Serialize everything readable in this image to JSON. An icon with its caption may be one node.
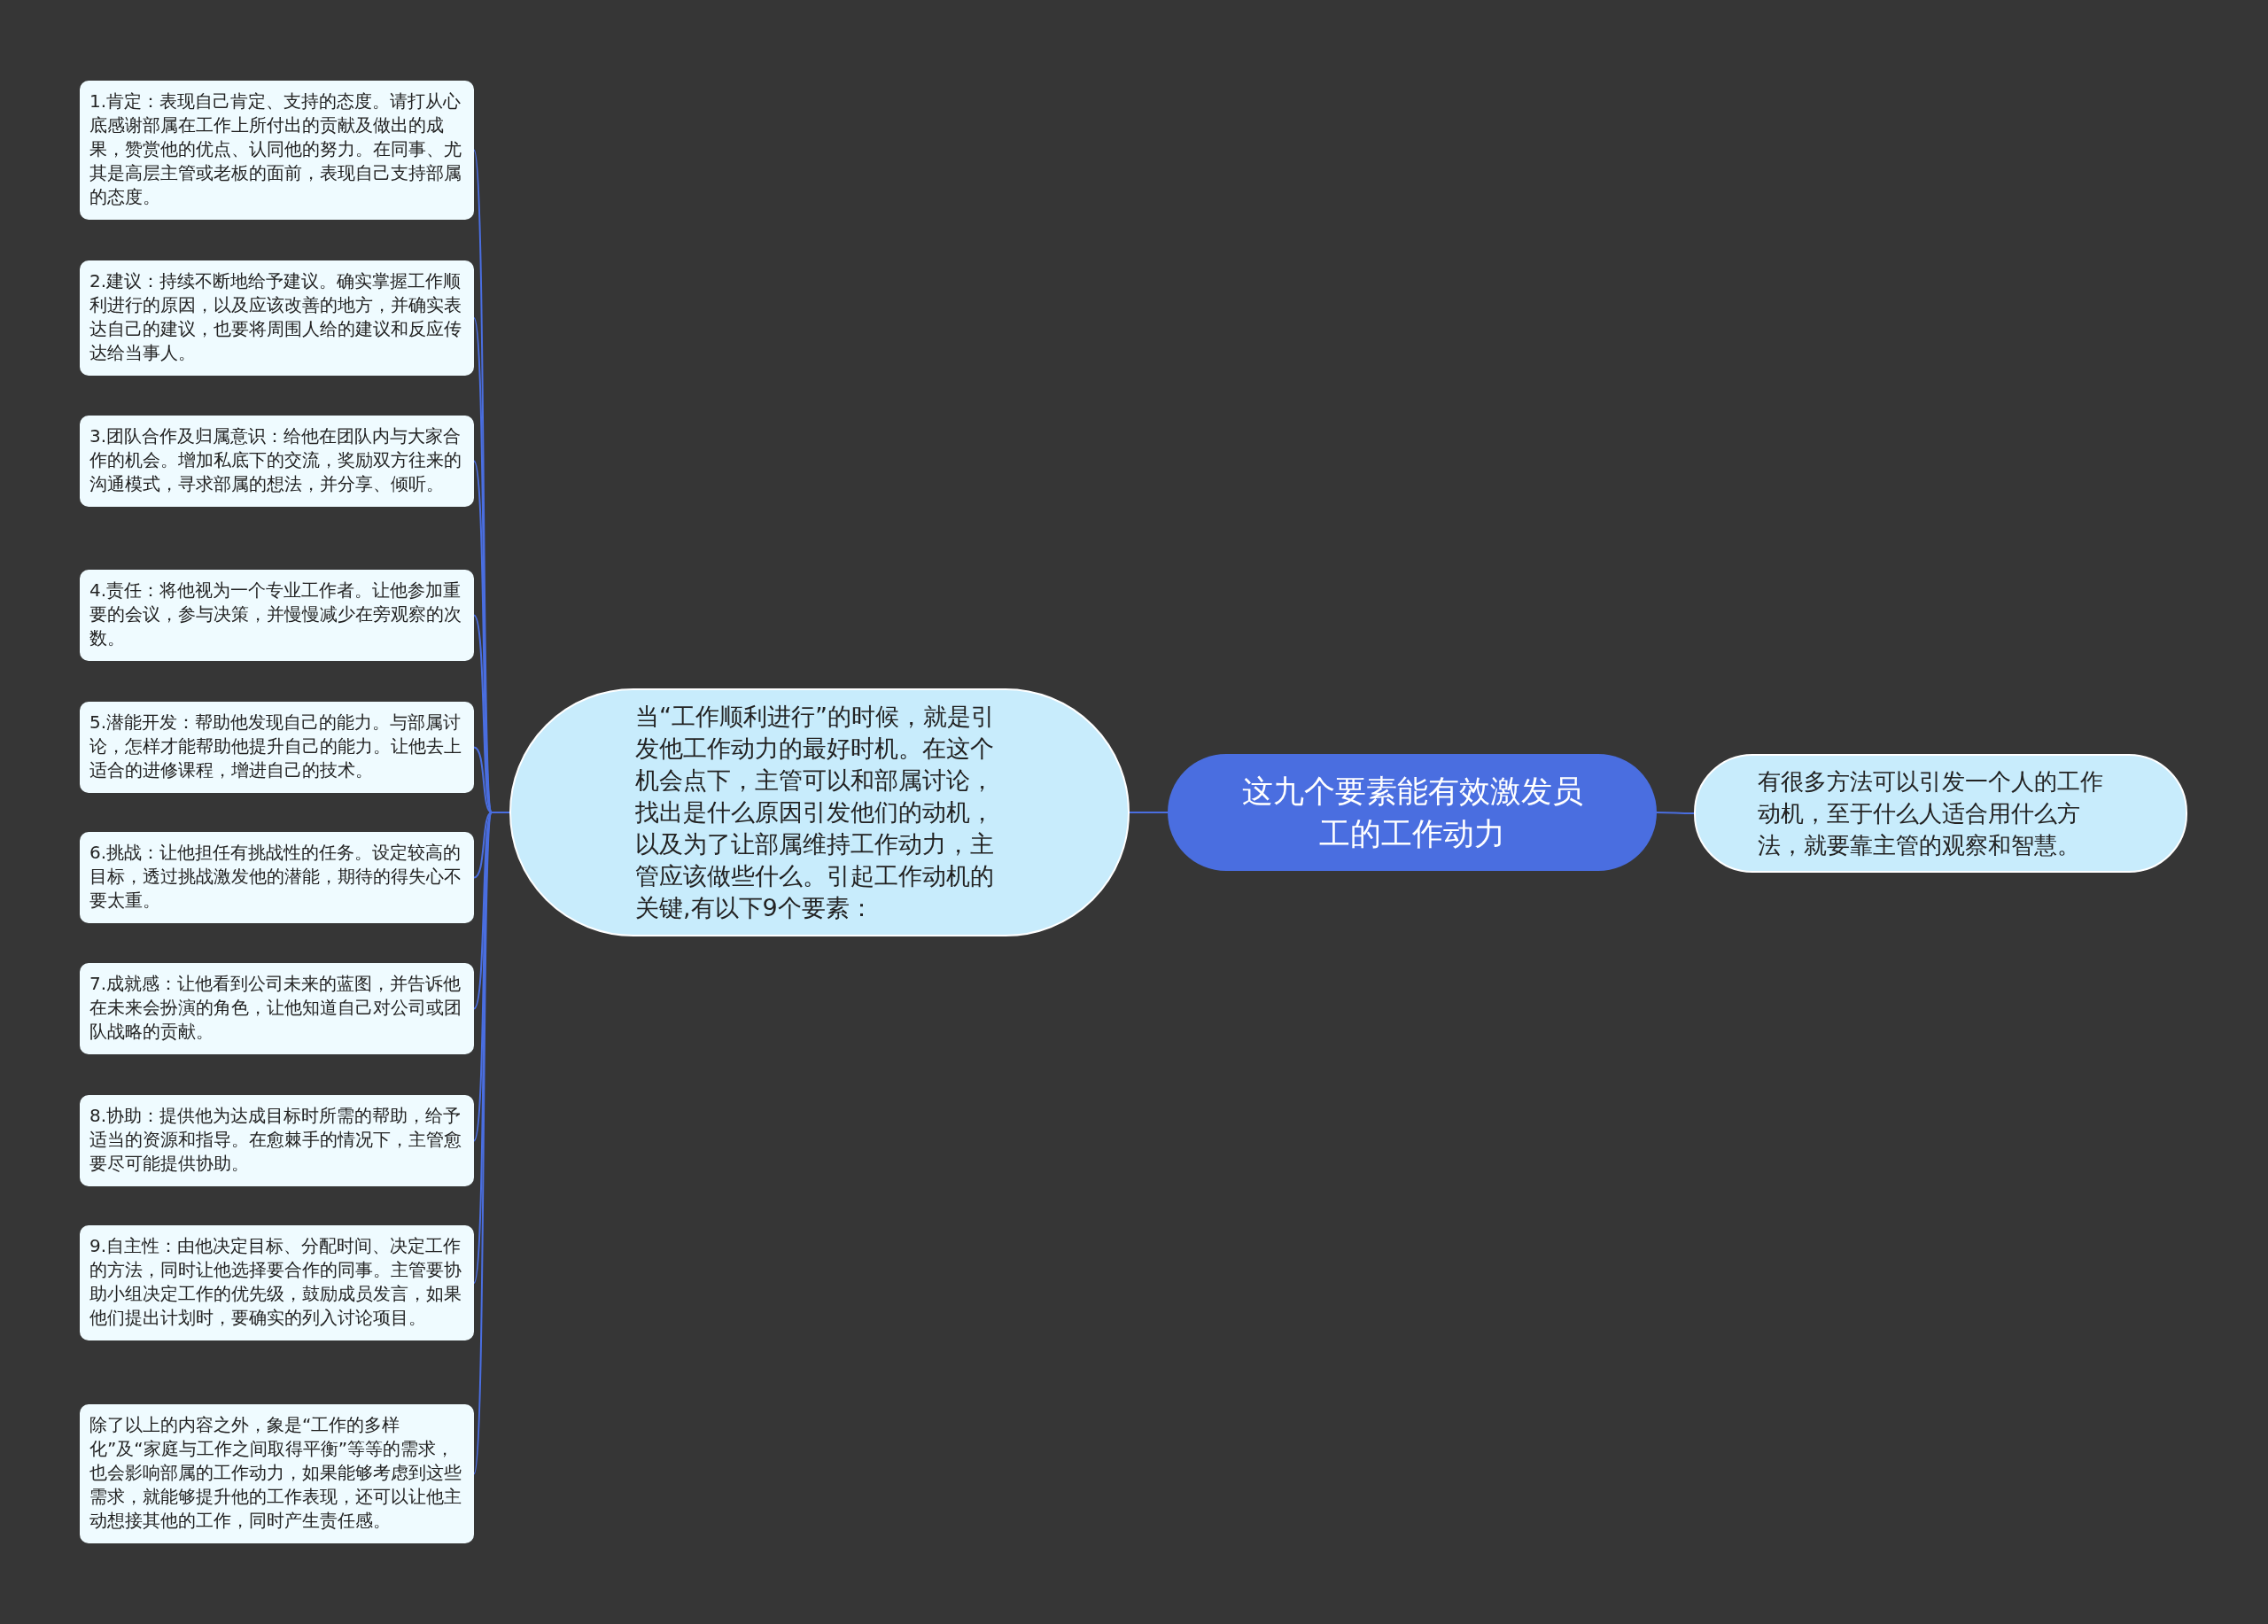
{
  "diagram": {
    "nodes": [
      {
        "text": [
          "这九个要素能有效激发员工的工作动力"
        ]
      },
      {
        "text": [
          "当“工作顺利进行”的时候，就是引发他工作动力的最好时机。在这个机会点下，主管可以和部属讨论，找出是什么原因引发他们的动机，以及为了让部属维持工作动力，主管应该做些什么。引起工作动机的关键,有以下9个要素："
        ]
      },
      {
        "text": [
          "1.肯定：表现自己肯定、支持的态度。请打从心底感谢部属在工作上所付出的贡献及做出的成果，赞赏他的优点、认同他的努力。在同事、尤其是高层主管或老板的面前，表现自己支持部属的态度。"
        ]
      },
      {
        "text": [
          "2.建议：持续不断地给予建议。确实掌握工作顺利进行的原因，以及应该改善的地方，并确实表达自己的建议，也要将周围人给的建议和反应传达给当事人。"
        ]
      },
      {
        "text": [
          "3.团队合作及归属意识：给他在团队内与大家合作的机会。增加私底下的交流，奖励双方往来的沟通模式，寻求部属的想法，并分享、倾听。"
        ]
      },
      {
        "text": [
          "4.责任：将他视为一个专业工作者。让他参加重要的会议，参与决策，并慢慢减少在旁观察的次数。"
        ]
      },
      {
        "text": [
          "5.潜能开发：帮助他发现自己的能力。与部属讨论，怎样才能帮助他提升自己的能力。让他去上适合的进修课程，增进自己的技术。"
        ]
      },
      {
        "text": [
          "6.挑战：让他担任有挑战性的任务。设定较高的目标，透过挑战激发他的潜能，期待的得失心不要太重。"
        ]
      },
      {
        "text": [
          "7.成就感：让他看到公司未来的蓝图，并告诉他在未来会扮演的角色，让他知道自己对公司或团队战略的贡献。"
        ]
      },
      {
        "text": [
          "8.协助：提供他为达成目标时所需的帮助，给予适当的资源和指导。在愈棘手的情况下，主管愈要尽可能提供协助。"
        ]
      },
      {
        "text": [
          "9.自主性：由他决定目标、分配时间、决定工作的方法，同时让他选择要合作的同事。主管要协助小组决定工作的优先级，鼓励成员发言，如果他们提出计划时，要确实的列入讨论项目。"
        ]
      },
      {
        "text": [
          "除了以上的内容之外，象是“工作的多样化”及“家庭与工作之间取得平衡”等等的需求，也会影响部属的工作动力，如果能够考虑到这些需求，就能够提升他的工作表现，还可以让他主动想接其他的工作，同时产生责任感。"
        ]
      },
      {
        "text": [
          "有很多方法可以引发一个人的工作动机，至于什么人适合用什么方法，就要靠主管的观察和智慧。"
        ]
      }
    ],
    "edges": [
      {
        "from": 0,
        "to": 1,
        "arrow": "none"
      },
      {
        "from": 0,
        "to": 12,
        "arrow": "none"
      },
      {
        "from": 1,
        "to": 2,
        "arrow": "none"
      },
      {
        "from": 1,
        "to": 3,
        "arrow": "none"
      },
      {
        "from": 1,
        "to": 4,
        "arrow": "none"
      },
      {
        "from": 1,
        "to": 5,
        "arrow": "none"
      },
      {
        "from": 1,
        "to": 6,
        "arrow": "none"
      },
      {
        "from": 1,
        "to": 7,
        "arrow": "none"
      },
      {
        "from": 1,
        "to": 8,
        "arrow": "none"
      },
      {
        "from": 1,
        "to": 9,
        "arrow": "none"
      },
      {
        "from": 1,
        "to": 10,
        "arrow": "none"
      },
      {
        "from": 1,
        "to": 11,
        "arrow": "none"
      }
    ]
  }
}
